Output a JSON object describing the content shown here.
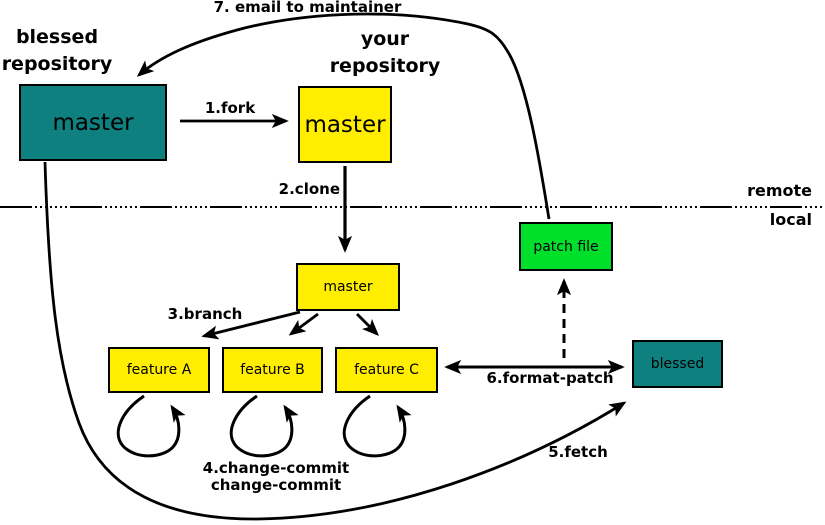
{
  "headings": {
    "blessed_repository_line1": "blessed",
    "blessed_repository_line2": "repository",
    "your_repository_line1": "your",
    "your_repository_line2": "repository"
  },
  "zone_labels": {
    "remote": "remote",
    "local": "local"
  },
  "boxes": {
    "blessed_master": {
      "label": "master",
      "color": "#0e8080"
    },
    "your_master": {
      "label": "master",
      "color": "#ffee00"
    },
    "local_master": {
      "label": "master",
      "color": "#ffee00"
    },
    "feature_a": {
      "label": "feature A",
      "color": "#ffee00"
    },
    "feature_b": {
      "label": "feature B",
      "color": "#ffee00"
    },
    "feature_c": {
      "label": "feature C",
      "color": "#ffee00"
    },
    "patch_file": {
      "label": "patch file",
      "color": "#00e02a"
    },
    "blessed_local": {
      "label": "blessed",
      "color": "#0e8080"
    }
  },
  "steps": {
    "fork": "1.fork",
    "clone": "2.clone",
    "branch": "3.branch",
    "change_commit_line1": "4.change-commit",
    "change_commit_line2": "change-commit",
    "fetch": "5.fetch",
    "format_patch": "6.format-patch",
    "email": "7. email to maintainer"
  },
  "colors": {
    "teal": "#0e8080",
    "yellow": "#ffee00",
    "green": "#00e02a",
    "line": "#000000",
    "background": "#ffffff"
  }
}
